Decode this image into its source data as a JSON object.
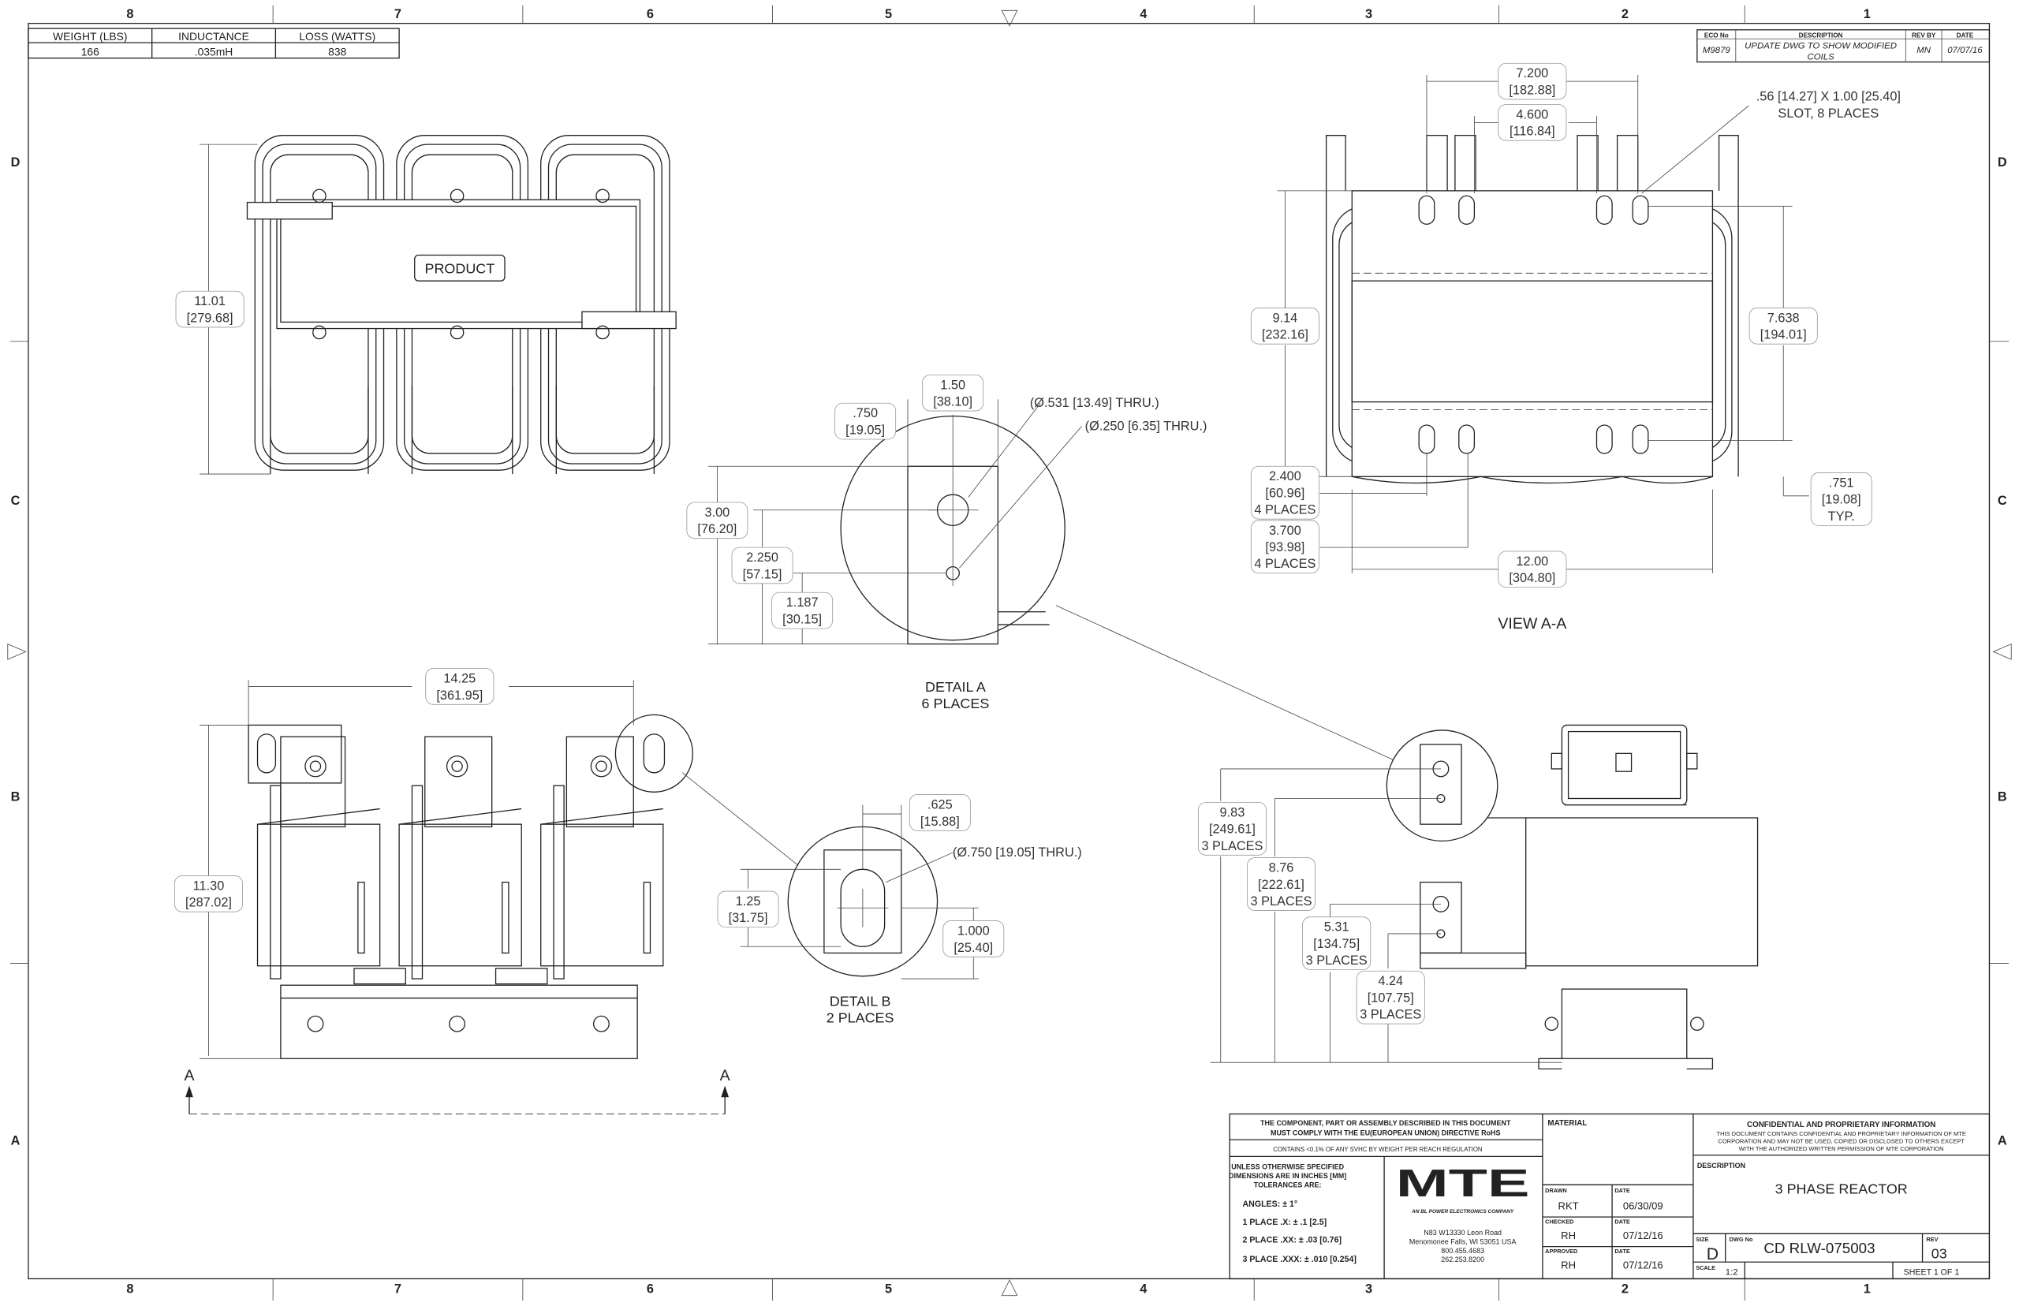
{
  "zones": {
    "columns": [
      "8",
      "7",
      "6",
      "5",
      "4",
      "3",
      "2",
      "1"
    ],
    "rows": [
      "D",
      "C",
      "B",
      "A"
    ]
  },
  "spec_table": {
    "headers": [
      "WEIGHT (LBS)",
      "INDUCTANCE",
      "LOSS (WATTS)"
    ],
    "values": [
      "166",
      ".035mH",
      "838"
    ]
  },
  "revision_table": {
    "headers": [
      "ECO No",
      "DESCRIPTION",
      "REV BY",
      "DATE"
    ],
    "row": {
      "eco": "M9879",
      "description_1": "UPDATE DWG TO SHOW MODIFIED",
      "description_2": "COILS",
      "rev_by": "MN",
      "date": "07/07/16"
    }
  },
  "dims": {
    "top_height": [
      "11.01",
      "[279.68]"
    ],
    "aa_width_outer": [
      "7.200",
      "[182.88]"
    ],
    "aa_width_inner": [
      "4.600",
      "[116.84]"
    ],
    "aa_slot": [
      ".56 [14.27] X 1.00 [25.40]",
      "SLOT, 8 PLACES"
    ],
    "aa_height": [
      "9.14",
      "[232.16]"
    ],
    "aa_slot_span": [
      "7.638",
      "[194.01]"
    ],
    "aa_2400": [
      "2.400",
      "[60.96]",
      "4 PLACES"
    ],
    "aa_3700": [
      "3.700",
      "[93.98]",
      "4 PLACES"
    ],
    "aa_width": [
      "12.00",
      "[304.80]"
    ],
    "aa_751": [
      ".751",
      "[19.08]",
      "TYP."
    ],
    "da_width": [
      "1.50",
      "[38.10]"
    ],
    "da_750": [
      ".750",
      "[19.05]"
    ],
    "da_hole1": [
      "(Ø.531 [13.49] THRU.)"
    ],
    "da_hole2": [
      "(Ø.250 [6.35] THRU.)"
    ],
    "da_300": [
      "3.00",
      "[76.20]"
    ],
    "da_2250": [
      "2.250",
      "[57.15]"
    ],
    "da_1187": [
      "1.187",
      "[30.15]"
    ],
    "front_width": [
      "14.25",
      "[361.95]"
    ],
    "front_height": [
      "11.30",
      "[287.02]"
    ],
    "db_625": [
      ".625",
      "[15.88]"
    ],
    "db_hole": [
      "(Ø.750 [19.05] THRU.)"
    ],
    "db_125": [
      "1.25",
      "[31.75]"
    ],
    "db_1000": [
      "1.000",
      "[25.40]"
    ],
    "side_983": [
      "9.83",
      "[249.61]",
      "3 PLACES"
    ],
    "side_876": [
      "8.76",
      "[222.61]",
      "3 PLACES"
    ],
    "side_531": [
      "5.31",
      "[134.75]",
      "3 PLACES"
    ],
    "side_424": [
      "4.24",
      "[107.75]",
      "3 PLACES"
    ]
  },
  "labels": {
    "product": "PRODUCT",
    "view_aa": "VIEW A-A",
    "detail_a": [
      "DETAIL A",
      "6 PLACES"
    ],
    "detail_b": [
      "DETAIL B",
      "2 PLACES"
    ],
    "section_a": "A"
  },
  "title_block": {
    "rohs": [
      "THE COMPONENT, PART OR ASSEMBLY DESCRIBED IN THIS DOCUMENT",
      "MUST COMPLY WITH THE EU(EUROPEAN UNION) DIRECTIVE RoHS"
    ],
    "reach": "CONTAINS <0.1% OF ANY SVHC BY WEIGHT PER REACH REGULATION",
    "tolerance_head": [
      "UNLESS OTHERWISE SPECIFIED",
      "DIMENSIONS ARE IN INCHES [MM]",
      "TOLERANCES ARE:"
    ],
    "tolerances": [
      "ANGLES: ± 1°",
      "1 PLACE .X: ± .1 [2.5]",
      "2 PLACE .XX: ± .03 [0.76]",
      "3 PLACE .XXX: ± .010 [0.254]"
    ],
    "logo": "MTE",
    "logo_tagline": "AN BL POWER ELECTRONICS COMPANY",
    "address": [
      "N83 W13330 Leon Road",
      "Menomonee Falls, WI 53051 USA",
      "800.455.4683",
      "262.253.8200"
    ],
    "material_label": "MATERIAL",
    "drawn_label": "DRAWN",
    "drawn": "RKT",
    "drawn_date": "06/30/09",
    "checked_label": "CHECKED",
    "checked": "RH",
    "checked_date": "07/12/16",
    "approved_label": "APPROVED",
    "approved": "RH",
    "approved_date": "07/12/16",
    "date_label": "DATE",
    "confidential_title": "CONFIDENTIAL AND PROPRIETARY INFORMATION",
    "confidential_text": [
      "THIS DOCUMENT CONTAINS CONFIDENTIAL AND PROPRIETARY INFORMATION OF MTE",
      "CORPORATION AND MAY NOT BE USED, COPIED OR DISCLOSED TO OTHERS EXCEPT",
      "WITH THE AUTHORIZED WRITTEN PERMISSION OF MTE CORPORATION"
    ],
    "description_label": "DESCRIPTION",
    "description": "3 PHASE REACTOR",
    "size_label": "SIZE",
    "size": "D",
    "dwg_label": "DWG No",
    "dwg_no": "CD RLW-075003",
    "rev_label": "REV",
    "rev": "03",
    "scale_label": "SCALE",
    "scale": "1:2",
    "sheet": "SHEET 1  OF 1"
  }
}
